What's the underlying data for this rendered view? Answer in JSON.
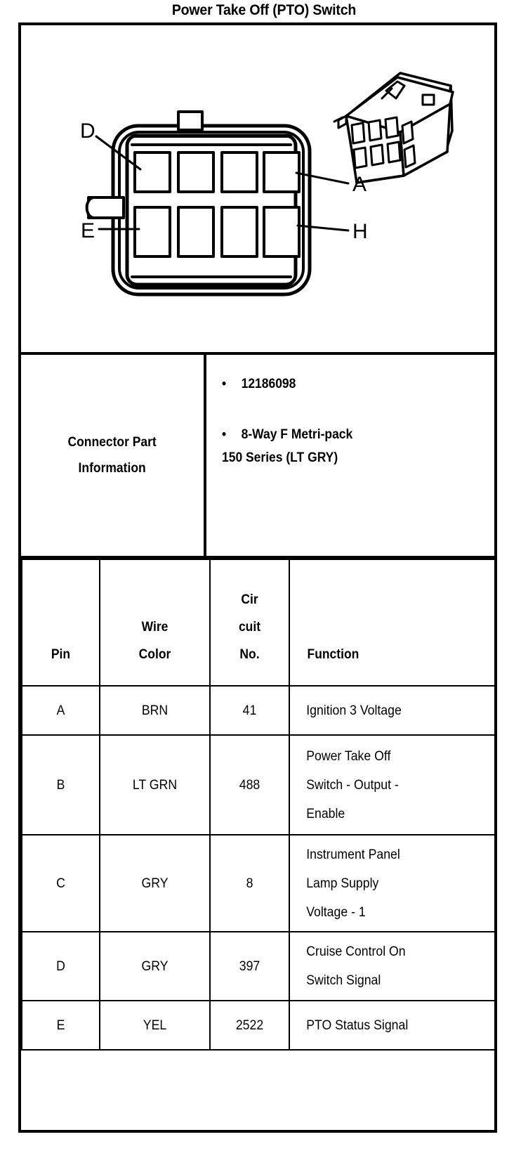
{
  "title": "Power Take Off (PTO) Switch",
  "diagram": {
    "name": "connector-face-view",
    "description": "8-Way female Metri-pack 150 Series connector face view with isometric inset",
    "cavity_count": 8,
    "rows": 2,
    "columns": 4,
    "callouts": [
      {
        "label": "D",
        "position": "upper-left"
      },
      {
        "label": "A",
        "position": "upper-right"
      },
      {
        "label": "E",
        "position": "lower-left"
      },
      {
        "label": "H",
        "position": "lower-right"
      }
    ]
  },
  "connector_part_information": {
    "label_line1": "Connector Part",
    "label_line2": "Information",
    "bullets": [
      "12186098",
      "8-Way F Metri-pack"
    ],
    "bullet2_continuation": "150 Series (LT GRY)"
  },
  "pin_table": {
    "headers": {
      "pin": [
        "Pin"
      ],
      "wire_color": [
        "Wire",
        "Color"
      ],
      "circuit_no": [
        "Cir",
        "cuit",
        "No."
      ],
      "function": [
        "Function"
      ]
    },
    "rows": [
      {
        "pin": "A",
        "wire_color": "BRN",
        "circuit_no": "41",
        "function": [
          "Ignition 3 Voltage"
        ]
      },
      {
        "pin": "B",
        "wire_color": "LT GRN",
        "circuit_no": "488",
        "function": [
          "Power Take Off",
          "Switch - Output -",
          "Enable"
        ]
      },
      {
        "pin": "C",
        "wire_color": "GRY",
        "circuit_no": "8",
        "function": [
          "Instrument Panel",
          "Lamp Supply",
          "Voltage - 1"
        ]
      },
      {
        "pin": "D",
        "wire_color": "GRY",
        "circuit_no": "397",
        "function": [
          "Cruise Control On",
          "Switch Signal"
        ]
      },
      {
        "pin": "E",
        "wire_color": "YEL",
        "circuit_no": "2522",
        "function": [
          "PTO Status Signal"
        ]
      }
    ]
  },
  "colors": {
    "ink": "#000000",
    "paper": "#ffffff"
  }
}
